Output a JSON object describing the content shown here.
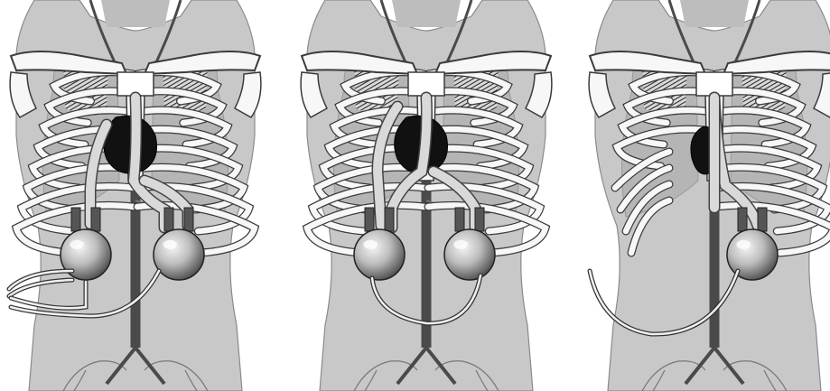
{
  "figure": {
    "colors": {
      "background": "#ffffff",
      "body_fill": "#c8c8c8",
      "body_stroke": "#8a8a8a",
      "bone_fill": "#f7f7f7",
      "bone_stroke": "#3b3b3b",
      "rib_hatch": "#2a2a2a",
      "lung_fill": "#b5b5b5",
      "vessel_dark": "#4a4a4a",
      "heart_fill": "#111111",
      "tube_fill": "#d9d9d9",
      "tube_stroke": "#444444",
      "pump_light": "#f2f2f2",
      "pump_mid": "#9c9c9c",
      "pump_dark": "#3c3c3c"
    },
    "panels": [
      {
        "id": "left",
        "pumps": 2,
        "pump_icons": [
          "heart-pump-icon",
          "heart-pump-icon"
        ]
      },
      {
        "id": "middle",
        "pumps": 2,
        "pump_icons": [
          "heart-pump-icon",
          "heart-pump-icon"
        ]
      },
      {
        "id": "right",
        "pumps": 1,
        "pump_icons": [
          "heart-pump-icon"
        ]
      }
    ]
  }
}
